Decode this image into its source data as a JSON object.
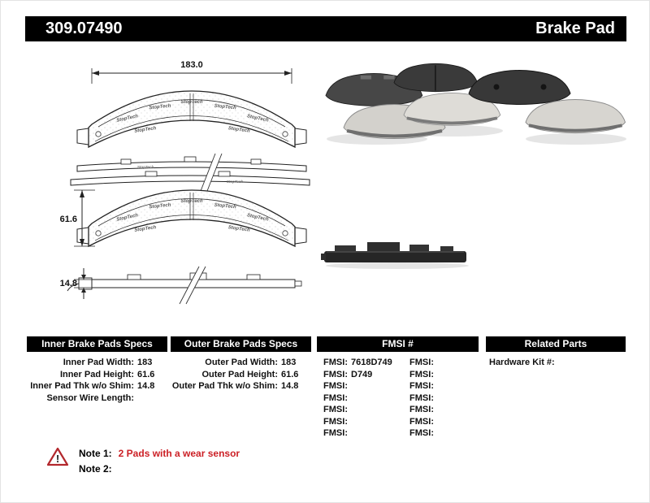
{
  "header": {
    "part_number": "309.07490",
    "product_label": "Brake Pad"
  },
  "drawing": {
    "width_dim": "183.0",
    "height_dim": "61.6",
    "thickness_dim": "14.8",
    "brand": "StopTech"
  },
  "specs": {
    "inner": {
      "header": "Inner Brake Pads Specs",
      "rows": [
        {
          "label": "Inner Pad Width:",
          "value": "183"
        },
        {
          "label": "Inner Pad Height:",
          "value": "61.6"
        },
        {
          "label": "Inner Pad Thk w/o Shim:",
          "value": "14.8"
        },
        {
          "label": "Sensor Wire Length:",
          "value": ""
        }
      ]
    },
    "outer": {
      "header": "Outer Brake Pads Specs",
      "rows": [
        {
          "label": "Outer Pad Width:",
          "value": "183"
        },
        {
          "label": "Outer Pad Height:",
          "value": "61.6"
        },
        {
          "label": "Outer Pad Thk w/o Shim:",
          "value": "14.8"
        }
      ]
    },
    "fmsi": {
      "header": "FMSI #",
      "rows": [
        {
          "left_label": "FMSI:",
          "left_value": "7618D749",
          "right_label": "FMSI:",
          "right_value": ""
        },
        {
          "left_label": "FMSI:",
          "left_value": "D749",
          "right_label": "FMSI:",
          "right_value": ""
        },
        {
          "left_label": "FMSI:",
          "left_value": "",
          "right_label": "FMSI:",
          "right_value": ""
        },
        {
          "left_label": "FMSI:",
          "left_value": "",
          "right_label": "FMSI:",
          "right_value": ""
        },
        {
          "left_label": "FMSI:",
          "left_value": "",
          "right_label": "FMSI:",
          "right_value": ""
        },
        {
          "left_label": "FMSI:",
          "left_value": "",
          "right_label": "FMSI:",
          "right_value": ""
        },
        {
          "left_label": "FMSI:",
          "left_value": "",
          "right_label": "FMSI:",
          "right_value": ""
        }
      ]
    },
    "related": {
      "header": "Related Parts",
      "rows": [
        {
          "label": "Hardware Kit #:",
          "value": ""
        }
      ]
    }
  },
  "notes": {
    "note1_label": "Note 1:",
    "note1_text": "2 Pads with a wear sensor",
    "note2_label": "Note 2:",
    "note2_text": ""
  },
  "colors": {
    "accent_red": "#cc2026",
    "header_black": "#000000"
  }
}
